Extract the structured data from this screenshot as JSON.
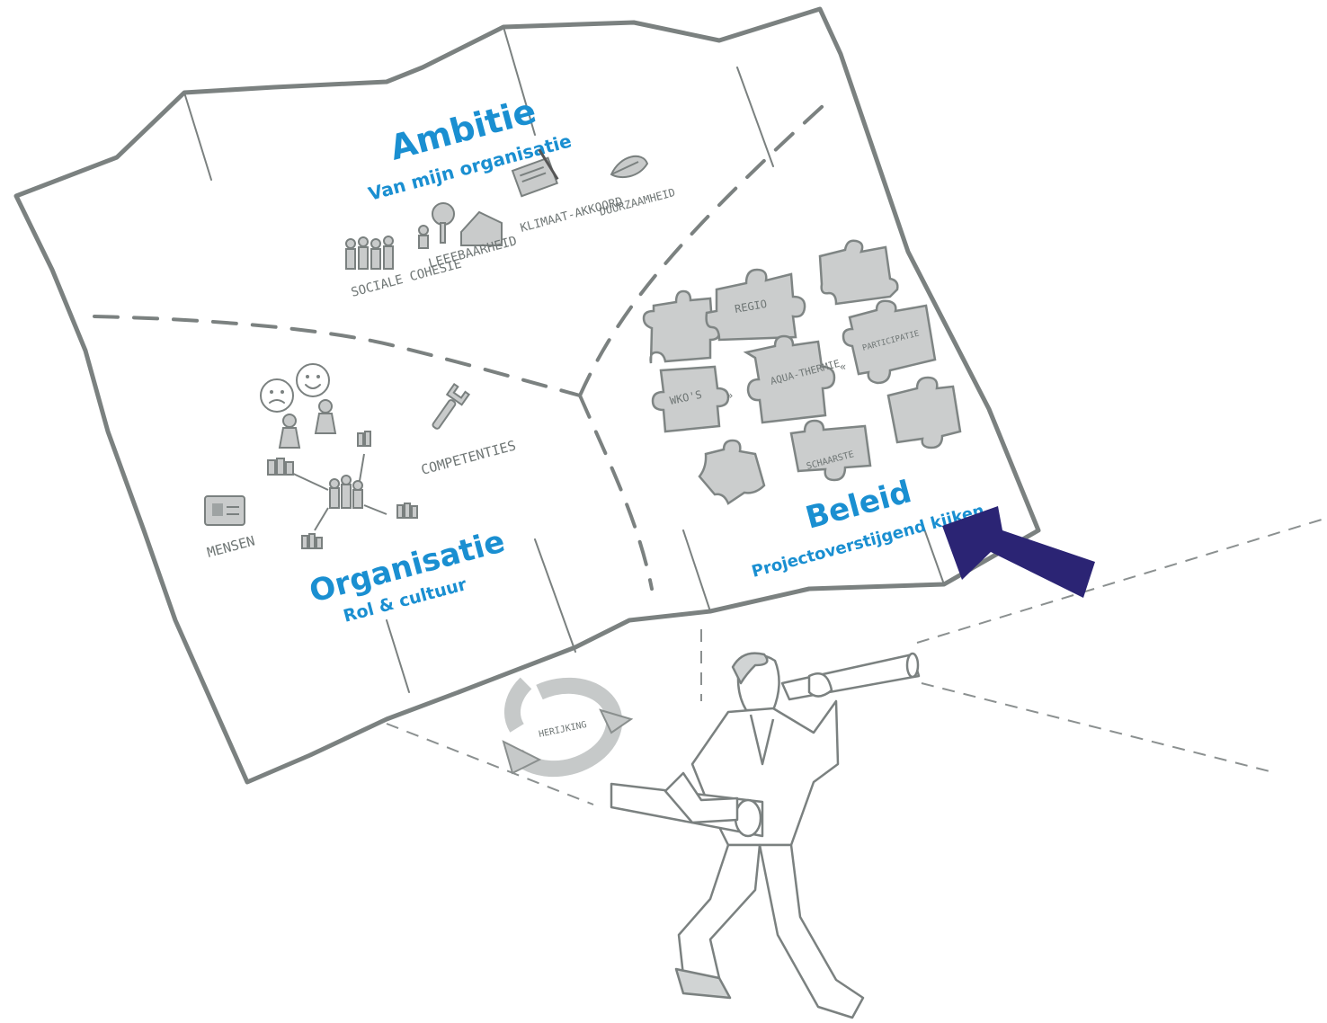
{
  "map": {
    "ambitie": {
      "title": "Ambitie",
      "subtitle": "Van mijn organisatie"
    },
    "organisatie": {
      "title": "Organisatie",
      "subtitle": "Rol & cultuur"
    },
    "beleid": {
      "title": "Beleid",
      "subtitle": "Projectoverstijgend kijken"
    }
  },
  "ambitie_items": [
    "SOCIALE COHESIE",
    "LEEFBAARHEID",
    "KLIMAAT-AKKOORD",
    "DUURZAAMHEID"
  ],
  "organisatie_items": [
    "COMPETENTIES",
    "MENSEN"
  ],
  "puzzle_labels": [
    "REGIO",
    "PARTICIPATIE",
    "WKO'S",
    "AQUA-THERMIE",
    "SCHAARSTE"
  ],
  "cycle_label": "HERIJKING",
  "colors": {
    "title_blue": "#1a8fd1",
    "arrow_navy": "#2b2474",
    "sketch_gray": "#7b8180"
  }
}
